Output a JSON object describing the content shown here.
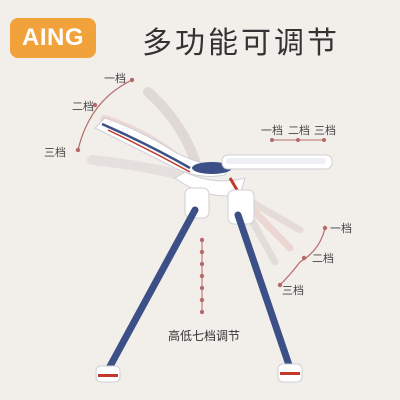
{
  "brand": {
    "logo_text": "AING",
    "logo_color": "#f2a23b"
  },
  "title": "多功能可调节",
  "backrest": {
    "labels": [
      "一档",
      "二档",
      "三档"
    ]
  },
  "tray": {
    "labels": [
      "一档",
      "二档",
      "三档"
    ]
  },
  "footrest": {
    "labels": [
      "一档",
      "二档",
      "三档"
    ]
  },
  "height": {
    "caption": "高低七档调节",
    "levels": 7
  },
  "colors": {
    "frame": "#3c4f86",
    "accent_red": "#c0392b",
    "curve": "#b56a6a",
    "background": "#f2efeb"
  }
}
